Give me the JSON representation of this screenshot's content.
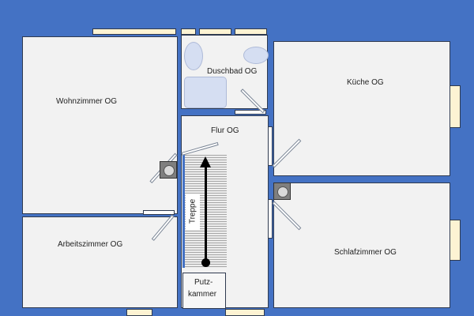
{
  "rooms": {
    "wohnzimmer": "Wohnzimmer OG",
    "arbeitszimmer": "Arbeitszimmer OG",
    "duschbad": "Duschbad OG",
    "flur": "Flur OG",
    "kueche": "Küche OG",
    "schlafzimmer": "Schlafzimmer OG",
    "treppe": "Treppe",
    "putzkammer_line1": "Putz-",
    "putzkammer_line2": "kammer"
  },
  "colors": {
    "wall": "#4472c4",
    "floor": "#f2f2f2",
    "window": "#fdf3d3",
    "stairs": "#a6a6a6"
  }
}
